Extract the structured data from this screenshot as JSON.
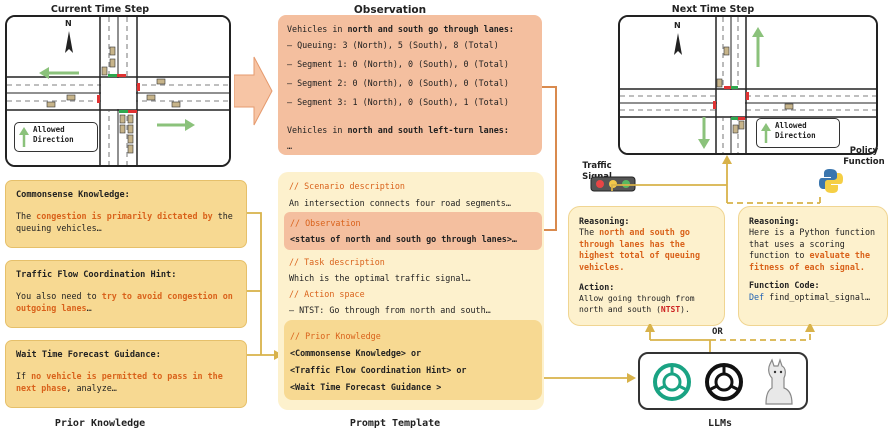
{
  "titles": {
    "current": "Current Time Step",
    "observation": "Observation",
    "next": "Next Time Step",
    "prior": "Prior Knowledge",
    "prompt": "Prompt Template",
    "llms": "LLMs"
  },
  "map_current": {
    "north": "N",
    "allowed_line1": "Allowed",
    "allowed_line2": "Direction"
  },
  "map_next": {
    "north": "N",
    "allowed_line1": "Allowed",
    "allowed_line2": "Direction"
  },
  "observation": {
    "heading_pre": "Vehicles in ",
    "heading_bold": "north and south go through lanes:",
    "lines": [
      "– Queuing: 3 (North), 5 (South), 8 (Total)",
      "– Segment 1: 0 (North), 0 (South), 0 (Total)",
      "– Segment 2: 0 (North), 0 (South), 0 (Total)",
      "– Segment 3: 1 (North), 0 (South), 1 (Total)"
    ],
    "heading2_pre": "Vehicles in ",
    "heading2_bold": "north and south left-turn lanes:",
    "ellipsis": "…"
  },
  "prior": {
    "cs_title": "Commonsense Knowledge:",
    "cs_pre": "The ",
    "cs_hl": "congestion is primarily dictated by",
    "cs_post": "the queuing vehicles…",
    "tf_title": "Traffic Flow Coordination Hint:",
    "tf_pre": "You also need to ",
    "tf_hl": "try to avoid congestion on outgoing lanes",
    "tf_post": "…",
    "wt_title": "Wait Time Forecast Guidance:",
    "wt_pre": "If ",
    "wt_hl": "no vehicle is permitted to pass in the next phase",
    "wt_post": ", analyze…"
  },
  "prompt": {
    "scenario_h": "// Scenario description",
    "scenario": "An intersection connects four road segments…",
    "obs_h": "// Observation",
    "obs": "<status of north and south go through lanes>…",
    "task_h": "// Task description",
    "task": "Which is the optimal traffic signal…",
    "action_h": "// Action space",
    "action": "– NTST: Go through from north and south…",
    "prior_h": "// Prior Knowledge",
    "prior1": "<Commonsense Knowledge> or",
    "prior2": "<Traffic Flow Coordination Hint> or",
    "prior3": "<Wait Time Forecast Guidance >"
  },
  "labels": {
    "traffic1": "Traffic",
    "traffic2": "Signal",
    "policy1": "Policy",
    "policy2": "Function",
    "or": "OR"
  },
  "reason_left": {
    "title": "Reasoning:",
    "pre": "The ",
    "hl": "north and south go through lanes has the highest total of queuing vehicles.",
    "action_title": "Action:",
    "action_pre": "Allow going through from north and south (",
    "action_code": "NTST",
    "action_post": ")."
  },
  "reason_right": {
    "title": "Reasoning:",
    "pre": "Here is a Python function that uses a scoring function to ",
    "hl": "evaluate the fitness of each signal.",
    "code_title": "Function Code:",
    "code_kw": "Def ",
    "code_fn": "find_optimal_signal…"
  },
  "colors": {
    "kbox": "#f7d992",
    "panel": "#fdf1cd",
    "obs": "#f4bf9f",
    "orange_text": "#d9621b",
    "arrow": "#d8b24a",
    "green_arrow": "#8bc27b"
  }
}
